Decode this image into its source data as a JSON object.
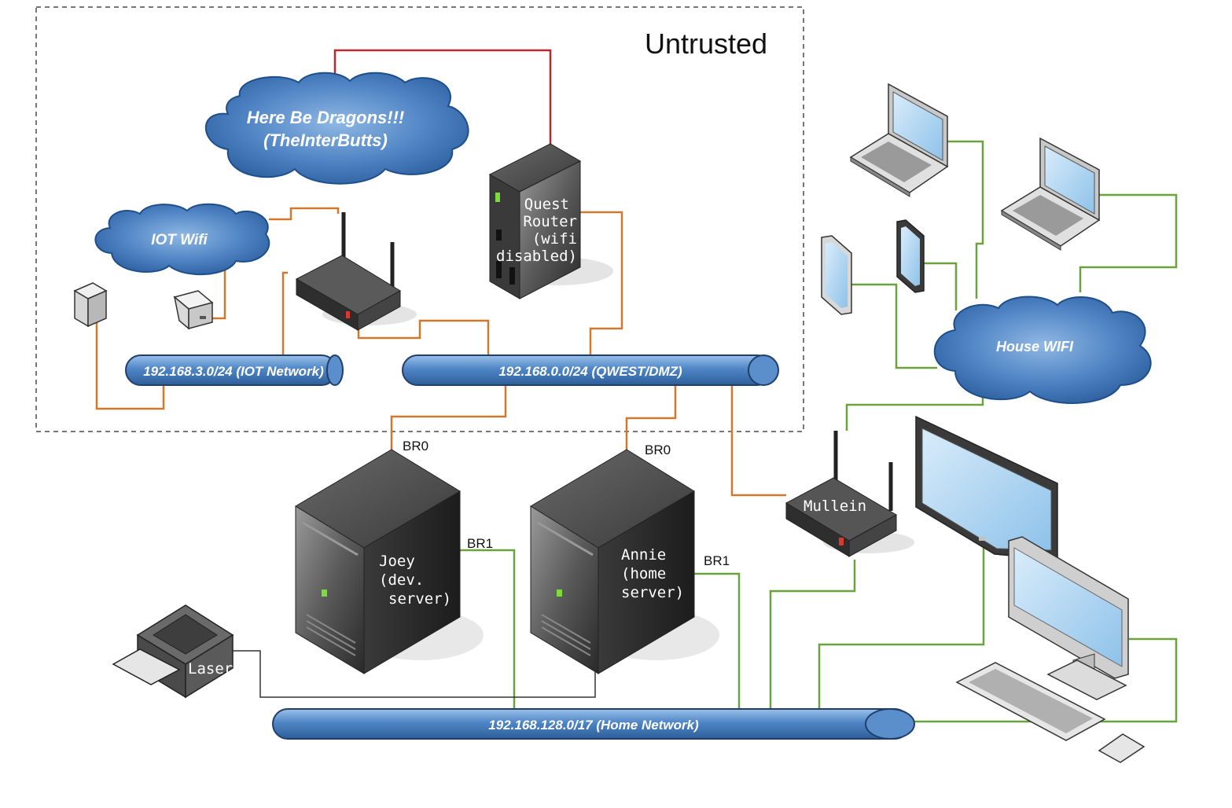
{
  "zone": {
    "title": "Untrusted"
  },
  "clouds": {
    "internet": {
      "line1": "Here Be Dragons!!!",
      "line2": "(TheInterButts)"
    },
    "iot": {
      "label": "IOT Wifi"
    },
    "house": {
      "label": "House WIFI"
    }
  },
  "buses": {
    "iot": "192.168.3.0/24 (IOT Network)",
    "dmz": "192.168.0.0/24 (QWEST/DMZ)",
    "home": "192.168.128.0/17 (Home Network)"
  },
  "devices": {
    "router": {
      "line1": "Quest",
      "line2": "Router",
      "line3": "(wifi",
      "line4": "disabled)"
    },
    "joey": {
      "line1": "Joey",
      "line2": "(dev.",
      "line3": "server)"
    },
    "annie": {
      "line1": "Annie",
      "line2": "(home",
      "line3": "server)"
    },
    "mullein": {
      "label": "Mullein"
    },
    "printer": {
      "label": "Laser"
    }
  },
  "ports": {
    "joey_br0": "BR0",
    "joey_br1": "BR1",
    "annie_br0": "BR0",
    "annie_br1": "BR1"
  },
  "colors": {
    "internet_link": "#c0272d",
    "dmz_link": "#d2782d",
    "home_link": "#6aa23e",
    "printer_link": "#333333",
    "bus_fill": "#4a7fbf",
    "cloud_fill": "#3f76b8"
  }
}
